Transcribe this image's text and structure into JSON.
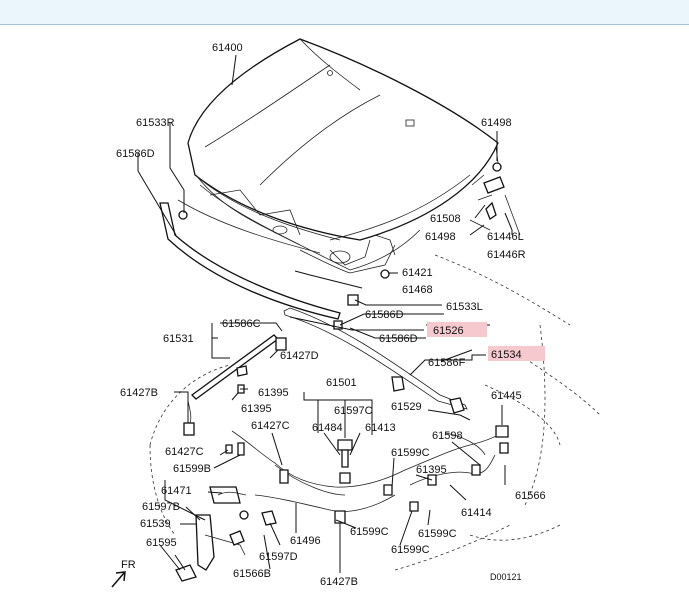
{
  "diagram": {
    "code": "D00121",
    "direction_label": "FR",
    "highlight_color": "#f6c9cf",
    "labels": {
      "p61400": "61400",
      "p61498a": "61498",
      "p61533R": "61533R",
      "p61586Da": "61586D",
      "p61508": "61508",
      "p61498b": "61498",
      "p61446L": "61446L",
      "p61446R": "61446R",
      "p61421": "61421",
      "p61468": "61468",
      "p61533L": "61533L",
      "p61586Db": "61586D",
      "p61526": "61526",
      "p61586C": "61586C",
      "p61531": "61531",
      "p61427D": "61427D",
      "p61586Dc": "61586D",
      "p61534": "61534",
      "p61586F": "61586F",
      "p61427B": "61427B",
      "p61395a": "61395",
      "p61395b": "61395",
      "p61501": "61501",
      "p61597C": "61597C",
      "p61529": "61529",
      "p61445": "61445",
      "p61427C": "61427C",
      "p61484": "61484",
      "p61413": "61413",
      "p61427Cb": "61427C",
      "p61598": "61598",
      "p61599B": "61599B",
      "p61599Ca": "61599C",
      "p61395c": "61395",
      "p61566": "61566",
      "p61471": "61471",
      "p61597B": "61597B",
      "p61414": "61414",
      "p61539": "61539",
      "p61496": "61496",
      "p61599Cb": "61599C",
      "p61599Cc": "61599C",
      "p61595": "61595",
      "p61597D": "61597D",
      "p61599Cd": "61599C",
      "p61566B": "61566B",
      "p61427Bb": "61427B"
    }
  }
}
